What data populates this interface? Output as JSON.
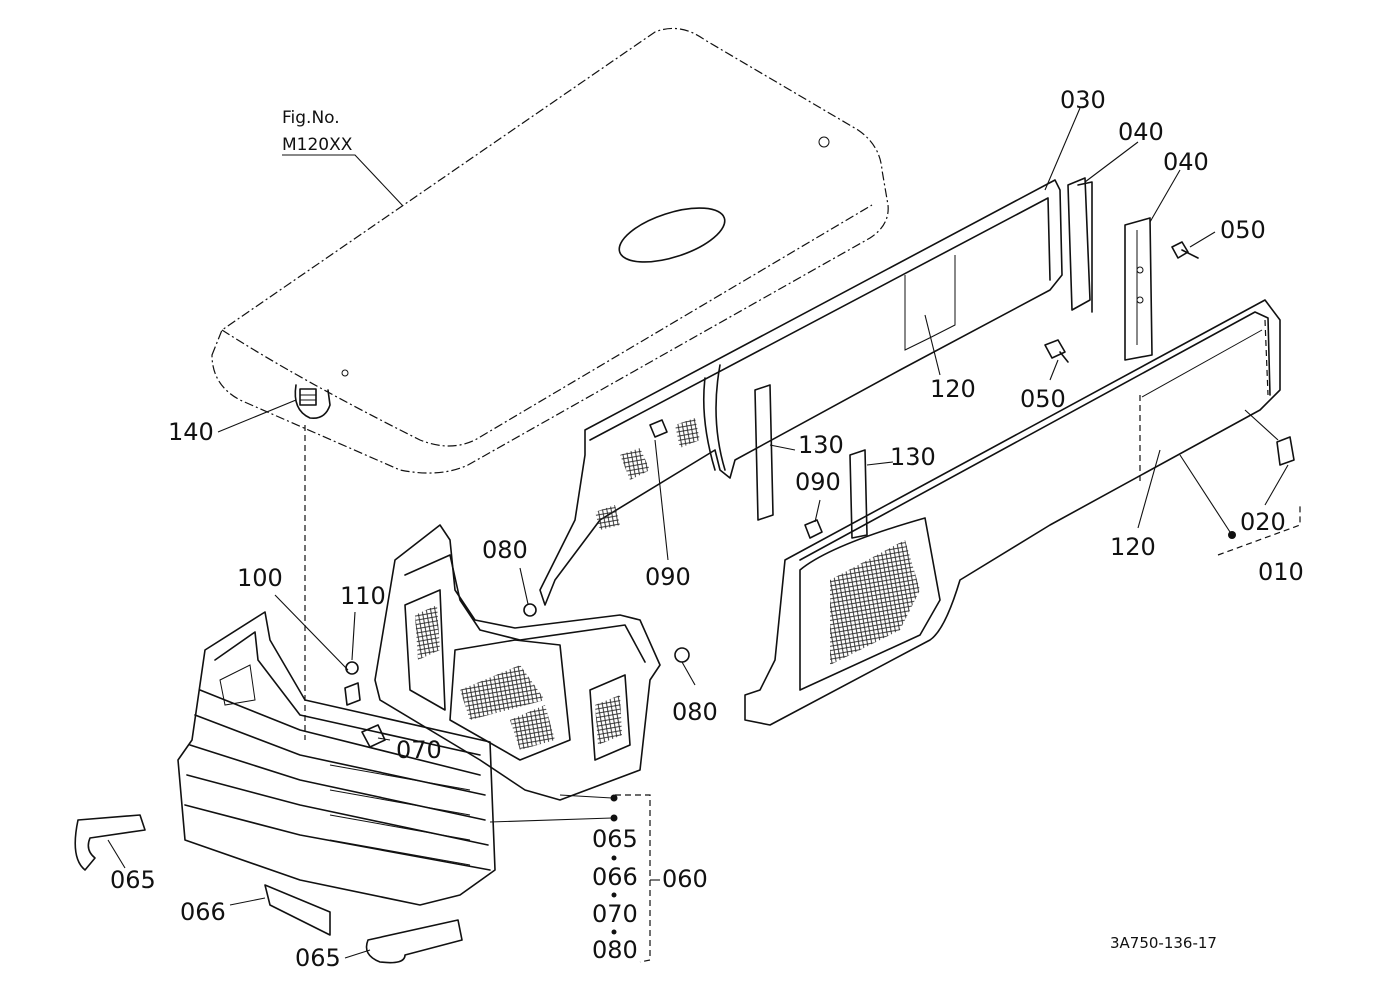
{
  "figure": {
    "fig_no_label": "Fig.No.",
    "fig_no_value": "M120XX",
    "drawing_code": "3A750-136-17"
  },
  "callouts": [
    {
      "id": "p030",
      "text": "030"
    },
    {
      "id": "p040a",
      "text": "040"
    },
    {
      "id": "p040b",
      "text": "040"
    },
    {
      "id": "p050a",
      "text": "050"
    },
    {
      "id": "p050b",
      "text": "050"
    },
    {
      "id": "p120a",
      "text": "120"
    },
    {
      "id": "p120b",
      "text": "120"
    },
    {
      "id": "p130a",
      "text": "130"
    },
    {
      "id": "p130b",
      "text": "130"
    },
    {
      "id": "p090a",
      "text": "090"
    },
    {
      "id": "p090b",
      "text": "090"
    },
    {
      "id": "p140",
      "text": "140"
    },
    {
      "id": "p080a",
      "text": "080"
    },
    {
      "id": "p080b",
      "text": "080"
    },
    {
      "id": "p100",
      "text": "100"
    },
    {
      "id": "p110",
      "text": "110"
    },
    {
      "id": "p070",
      "text": "070"
    },
    {
      "id": "p020",
      "text": "020"
    },
    {
      "id": "p010",
      "text": "010"
    },
    {
      "id": "p065a",
      "text": "065"
    },
    {
      "id": "p066a",
      "text": "066"
    },
    {
      "id": "p065b",
      "text": "065"
    },
    {
      "id": "p066b",
      "text": "066"
    },
    {
      "id": "p065c",
      "text": "065"
    }
  ],
  "set_list": {
    "set_label": "060",
    "members": [
      "065",
      "066",
      "070",
      "080"
    ]
  }
}
